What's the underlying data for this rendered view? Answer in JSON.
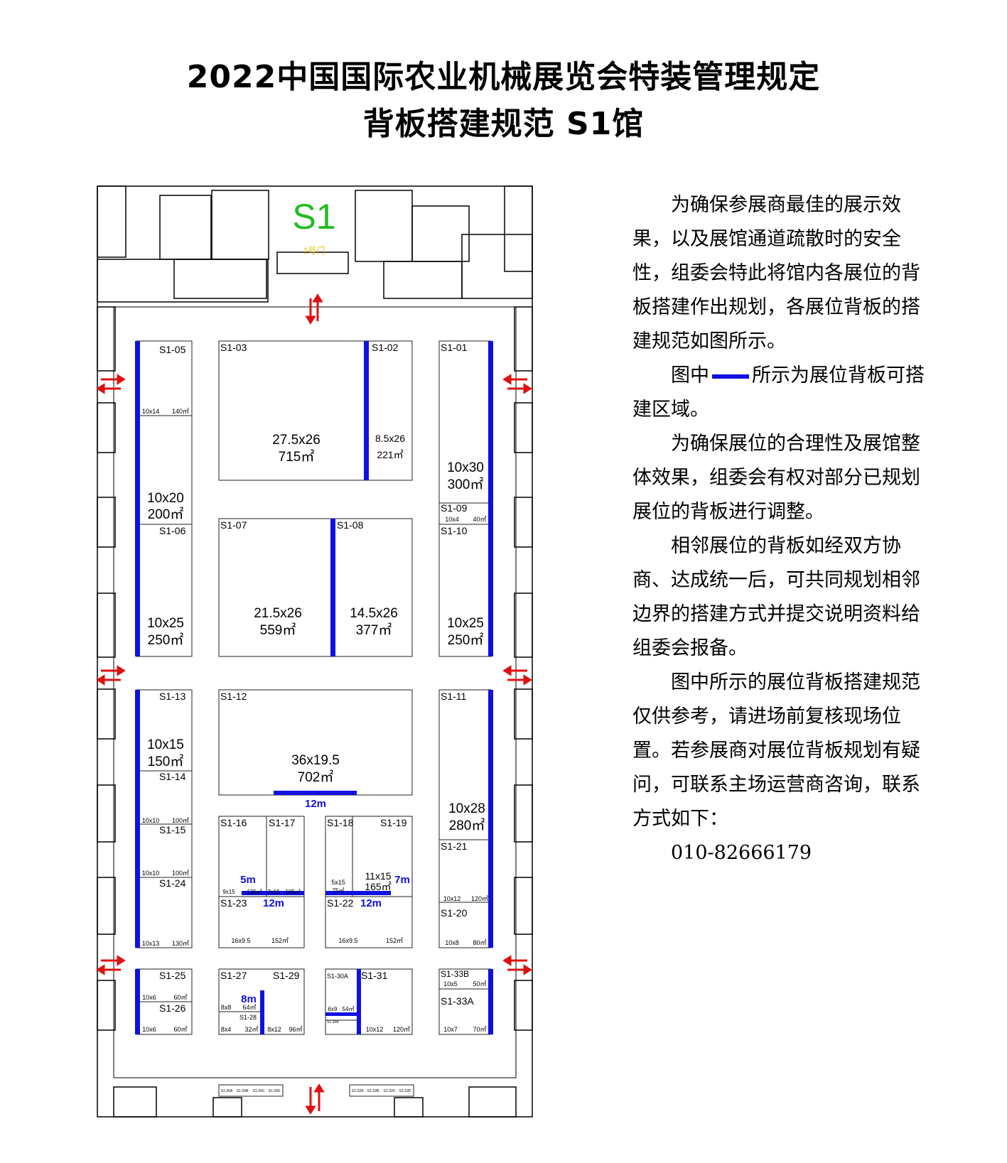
{
  "title": "2022中国国际农业机械展览会特装管理规定",
  "subtitle": "背板搭建规范 S1馆",
  "hall": {
    "name": "S1",
    "gate": "1号门"
  },
  "booths": [
    {
      "code": "S1-05"
    },
    {
      "code": "S1-06"
    },
    {
      "code": "S1-03"
    },
    {
      "code": "S1-02"
    },
    {
      "code": "S1-01"
    },
    {
      "code": "S1-09"
    },
    {
      "code": "S1-10"
    },
    {
      "code": "S1-07"
    },
    {
      "code": "S1-08"
    },
    {
      "code": "S1-13"
    },
    {
      "code": "S1-14"
    },
    {
      "code": "S1-15"
    },
    {
      "code": "S1-24"
    },
    {
      "code": "S1-12"
    },
    {
      "code": "S1-11"
    },
    {
      "code": "S1-21"
    },
    {
      "code": "S1-20"
    },
    {
      "code": "S1-16"
    },
    {
      "code": "S1-17"
    },
    {
      "code": "S1-23"
    },
    {
      "code": "S1-18"
    },
    {
      "code": "S1-19"
    },
    {
      "code": "S1-22"
    },
    {
      "code": "S1-25"
    },
    {
      "code": "S1-26"
    },
    {
      "code": "S1-27"
    },
    {
      "code": "S1-28"
    },
    {
      "code": "S1-29"
    },
    {
      "code": "S1-30A"
    },
    {
      "code": "S1-30B"
    },
    {
      "code": "S1-31"
    },
    {
      "code": "S1-33B"
    },
    {
      "code": "S1-33A"
    }
  ],
  "booth_sizes": [
    {
      "dim": "10x14",
      "area": "140㎡"
    },
    {
      "dim": "10x20",
      "area": "200㎡"
    },
    {
      "dim": "27.5x26",
      "area": "715㎡"
    },
    {
      "dim": "8.5x26",
      "area": "221㎡"
    },
    {
      "dim": "10x30",
      "area": "300㎡"
    },
    {
      "dim": "10x4",
      "area": "40㎡"
    },
    {
      "dim": "10x25",
      "area": "250㎡"
    },
    {
      "dim": "21.5x26",
      "area": "559㎡"
    },
    {
      "dim": "14.5x26",
      "area": "377㎡"
    },
    {
      "dim": "10x25",
      "area": "250㎡"
    },
    {
      "dim": "10x15",
      "area": "150㎡"
    },
    {
      "dim": "10x10",
      "area": "100㎡"
    },
    {
      "dim": "10x10",
      "area": "100㎡"
    },
    {
      "dim": "10x13",
      "area": "130㎡"
    },
    {
      "dim": "36x19.5",
      "area": "702㎡"
    },
    {
      "dim": "10x28",
      "area": "280㎡"
    },
    {
      "dim": "10x12",
      "area": "120㎡"
    },
    {
      "dim": "10x8",
      "area": "80㎡"
    },
    {
      "dim": "9x15",
      "area": "135㎡"
    },
    {
      "dim": "7x15",
      "area": "105㎡"
    },
    {
      "dim": "16x9.5",
      "area": "152㎡"
    },
    {
      "dim": "5x15",
      "area": "75㎡"
    },
    {
      "dim": "11x15",
      "area": "165㎡"
    },
    {
      "dim": "16x9.5",
      "area": "152㎡"
    },
    {
      "dim": "10x6",
      "area": "60㎡"
    },
    {
      "dim": "10x6",
      "area": "60㎡"
    },
    {
      "dim": "8x8",
      "area": "64㎡"
    },
    {
      "dim": "8x4",
      "area": "32㎡"
    },
    {
      "dim": "8x12",
      "area": "96㎡"
    },
    {
      "dim": "6x9",
      "area": "54㎡"
    },
    {
      "dim": "10x12",
      "area": "120㎡"
    },
    {
      "dim": "10x5",
      "area": "50㎡"
    },
    {
      "dim": "10x7",
      "area": "70㎡"
    }
  ],
  "backwall_labels": [
    "12m",
    "5m",
    "12m",
    "7m",
    "12m",
    "8m"
  ],
  "small_booths": [
    "S1-26A",
    "S1-26B",
    "S1-26C",
    "S1-26D",
    "S1-32A",
    "S1-32B",
    "S1-32C",
    "S1-32D"
  ],
  "colors": {
    "backwall": "#1010e0",
    "arrow": "#e01010",
    "hall_label": "#22bb22",
    "gate": "#e0c000"
  },
  "notes": {
    "p1": "为确保参展商最佳的展示效果，以及展馆通道疏散时的安全性，组委会特此将馆内各展位的背板搭建作出规划，各展位背板的搭建规范如图所示。",
    "p2a": "图中",
    "p2b": "所示为展位背板可搭建区域。",
    "p3": "为确保展位的合理性及展馆整体效果，组委会有权对部分已规划展位的背板进行调整。",
    "p4": "相邻展位的背板如经双方协商、达成统一后，可共同规划相邻边界的搭建方式并提交说明资料给组委会报备。",
    "p5": "图中所示的展位背板搭建规范仅供参考，请进场前复核现场位置。若参展商对展位背板规划有疑问，可联系主场运营商咨询，联系方式如下：",
    "phone": "010-82666179"
  }
}
